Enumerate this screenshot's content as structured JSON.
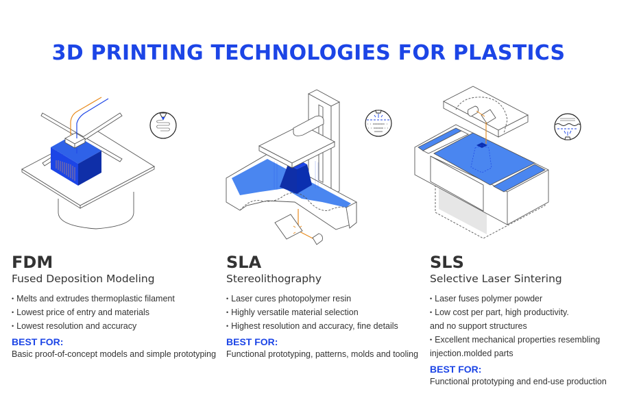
{
  "title": "3D PRINTING TECHNOLOGIES FOR PLASTICS",
  "colors": {
    "accent": "#1c45e6",
    "resin_blue": "#4a86f0",
    "deep_blue": "#0a2fb0",
    "laser_orange": "#e88a1c",
    "line_gray": "#555555",
    "text": "#333333"
  },
  "technologies": [
    {
      "abbr": "FDM",
      "full_name": "Fused Deposition Modeling",
      "illustration": "fdm-printer-illustration",
      "process_icon": "nozzle-extrusion-icon",
      "features": [
        {
          "text": "Melts and extrudes thermoplastic filament",
          "bullet": true
        },
        {
          "text": "Lowest price of entry and materials",
          "bullet": true
        },
        {
          "text": "Lowest resolution and accuracy",
          "bullet": true
        }
      ],
      "best_for_label": "BEST FOR:",
      "best_for": "Basic proof-of-concept models and simple prototyping"
    },
    {
      "abbr": "SLA",
      "full_name": "Stereolithography",
      "illustration": "sla-printer-illustration",
      "process_icon": "laser-resin-curing-icon",
      "features": [
        {
          "text": "Laser cures photopolymer resin",
          "bullet": true
        },
        {
          "text": "Highly versatile material selection",
          "bullet": true
        },
        {
          "text": "Highest resolution and accuracy, fine details",
          "bullet": true
        }
      ],
      "best_for_label": "BEST FOR:",
      "best_for": "Functional prototyping, patterns, molds and tooling"
    },
    {
      "abbr": "SLS",
      "full_name": "Selective Laser Sintering",
      "illustration": "sls-printer-illustration",
      "process_icon": "powder-sintering-icon",
      "features": [
        {
          "text": "Laser fuses polymer powder",
          "bullet": true
        },
        {
          "text": "Low cost per part, high productivity.",
          "bullet": true
        },
        {
          "text": "and no support structures",
          "bullet": false
        },
        {
          "text": "Excellent mechanical properties resembling",
          "bullet": true
        },
        {
          "text": "injection.molded parts",
          "bullet": false
        }
      ],
      "best_for_label": "BEST FOR:",
      "best_for": "Functional prototyping and end-use production"
    }
  ]
}
